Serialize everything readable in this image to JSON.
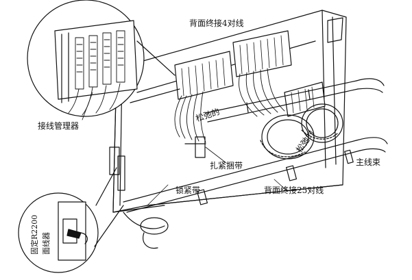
{
  "labels": {
    "back_4pair": "背面终接4对线",
    "wire_manager": "接线管理器",
    "loose_1": "松弛的",
    "loose_2": "松弛的",
    "cable_tie": "扎紧捆带",
    "main_bundle": "主线束",
    "lock_strap": "锁紧带",
    "back_25pair": "背面终接25对线",
    "fix_r2200": "固定R2200",
    "wire_device": "面线器"
  },
  "colors": {
    "ink": "#111111",
    "background": "#ffffff"
  }
}
